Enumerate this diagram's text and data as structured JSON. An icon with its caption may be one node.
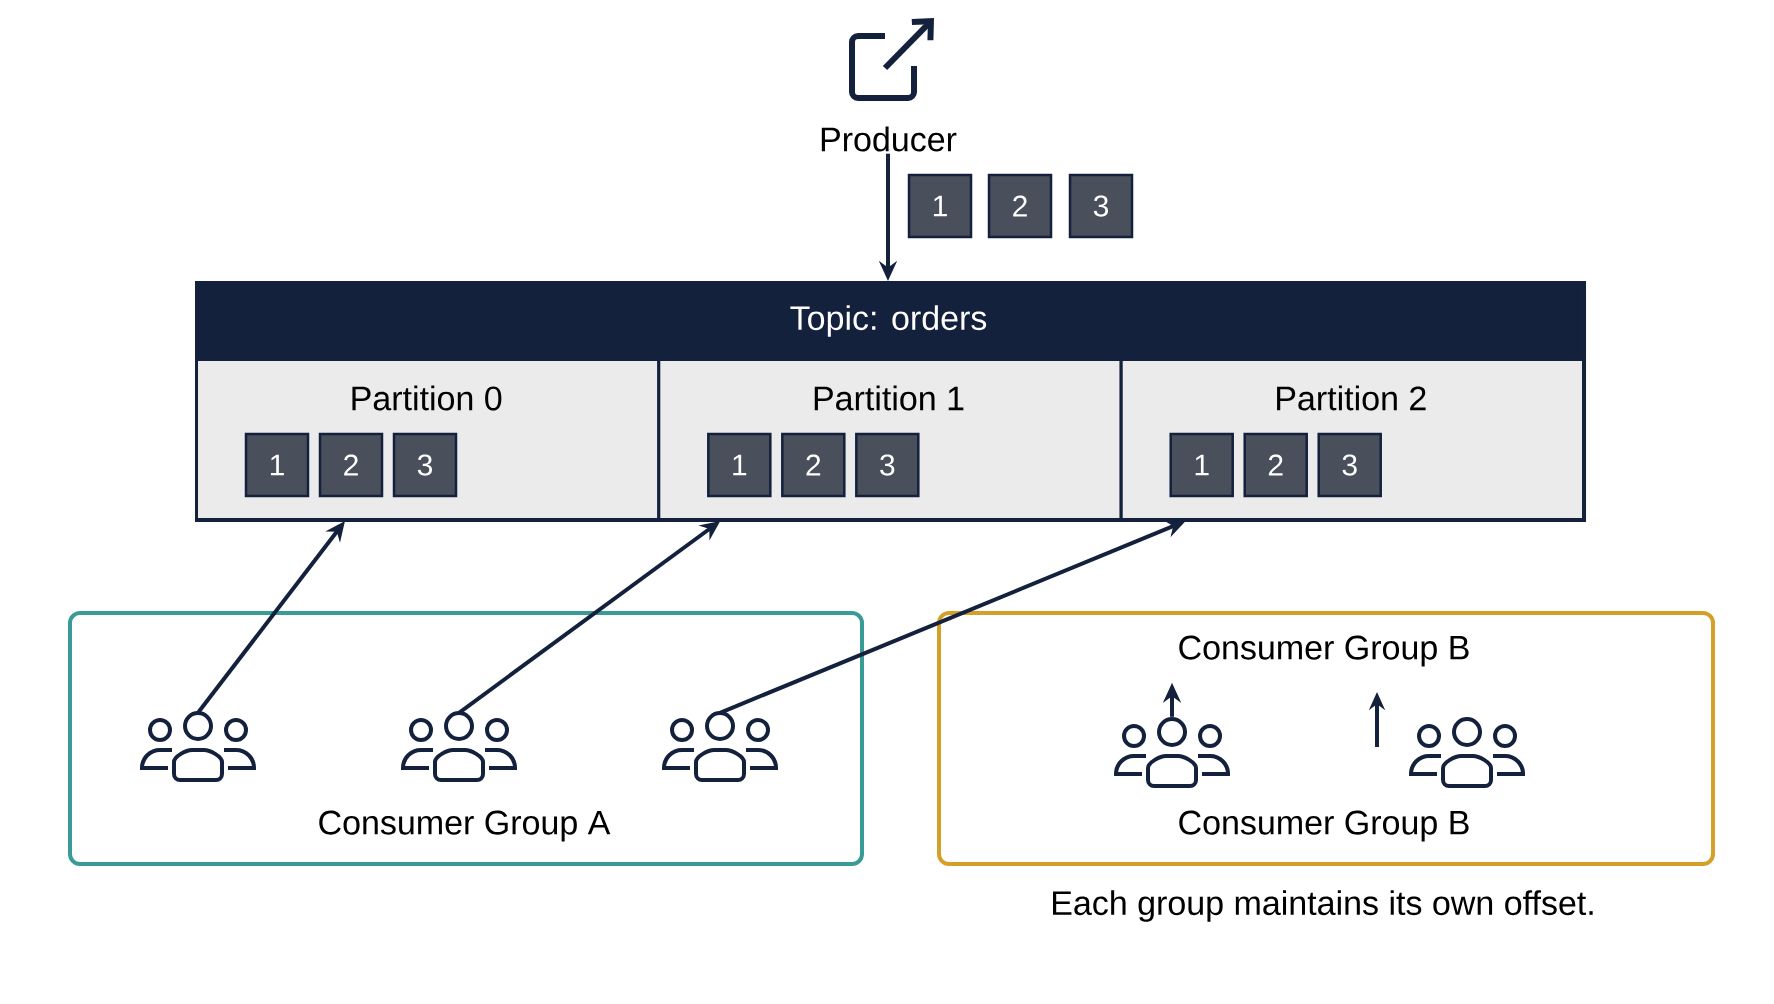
{
  "diagram": {
    "nodes": [
      {
        "text": [
          "Producer"
        ]
      },
      {
        "text": [
          "1"
        ]
      },
      {
        "text": [
          "2"
        ]
      },
      {
        "text": [
          "3"
        ]
      },
      {
        "text": [
          "Topic: orders"
        ]
      },
      {
        "text": [
          "Partition 0"
        ],
        "in": 4
      },
      {
        "text": [
          "1"
        ],
        "in": 5
      },
      {
        "text": [
          "2"
        ],
        "in": 5
      },
      {
        "text": [
          "3"
        ],
        "in": 5
      },
      {
        "text": [
          "Partition 1"
        ],
        "in": 4
      },
      {
        "text": [
          "1"
        ],
        "in": 9
      },
      {
        "text": [
          "2"
        ],
        "in": 9
      },
      {
        "text": [
          "3"
        ],
        "in": 9
      },
      {
        "text": [
          "Partition 2"
        ],
        "in": 4
      },
      {
        "text": [
          "1"
        ],
        "in": 13
      },
      {
        "text": [
          "2"
        ],
        "in": 13
      },
      {
        "text": [
          "3"
        ],
        "in": 13
      },
      {
        "text": [
          "Consumer Group A"
        ]
      },
      {
        "text": [],
        "shape": "person",
        "in": 17
      },
      {
        "text": [],
        "shape": "person",
        "in": 17
      },
      {
        "text": [],
        "shape": "person",
        "in": 17
      },
      {
        "text": [
          "Consumer Group B",
          "Consumer Group B"
        ]
      },
      {
        "text": [],
        "shape": "person",
        "in": 21
      },
      {
        "text": [],
        "shape": "person",
        "in": 21
      }
    ],
    "edges": [
      {
        "from": 0,
        "to": 4,
        "arrow": "to"
      },
      {
        "from": 18,
        "to": 5,
        "arrow": "to"
      },
      {
        "from": 19,
        "to": 9,
        "arrow": "to"
      },
      {
        "from": 20,
        "to": 13,
        "arrow": "to"
      },
      {
        "from": 22,
        "to": null,
        "arrow": "to"
      }
    ],
    "labels": [
      "Each group maintains its own offset."
    ]
  }
}
